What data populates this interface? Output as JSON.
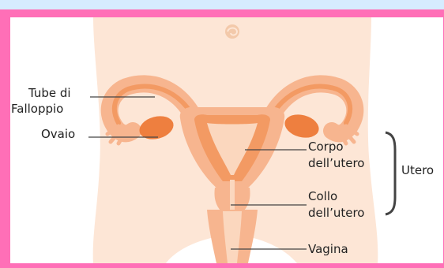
{
  "colors": {
    "outer_bg": "#d6ecff",
    "frame_pink": "#ff6fb7",
    "body_fill": "#fde6d6",
    "organ_outer": "#f7b58f",
    "organ_mid": "#f39a63",
    "ovary": "#ee7f3f",
    "canal": "#fbd7be",
    "line": "#444444"
  },
  "labels": {
    "tubes_line1": "Tube di",
    "tubes_line2": "Falloppio",
    "ovary": "Ovaio",
    "body_line1": "Corpo",
    "body_line2": "dell’utero",
    "cervix_line1": "Collo",
    "cervix_line2": "dell’utero",
    "vagina": "Vagina",
    "uterus": "Utero"
  }
}
